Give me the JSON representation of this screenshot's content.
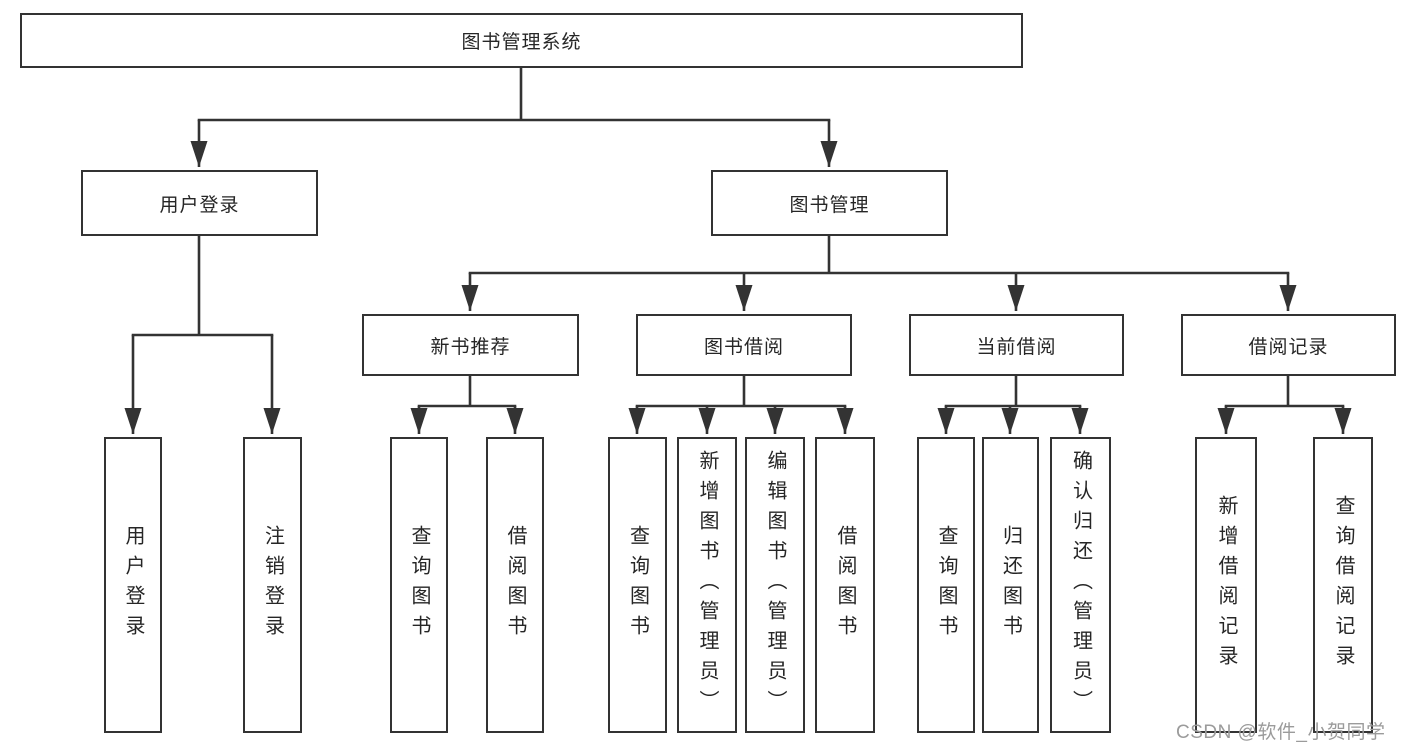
{
  "diagram": {
    "root": {
      "label": "图书管理系统"
    },
    "branches": [
      {
        "label": "用户登录",
        "children": [
          {
            "label": "用户登录"
          },
          {
            "label": "注销登录"
          }
        ]
      },
      {
        "label": "图书管理",
        "children": [
          {
            "label": "新书推荐",
            "children": [
              {
                "label": "查询图书"
              },
              {
                "label": "借阅图书"
              }
            ]
          },
          {
            "label": "图书借阅",
            "children": [
              {
                "label": "查询图书"
              },
              {
                "label": "新增图书（管理员）"
              },
              {
                "label": "编辑图书（管理员）"
              },
              {
                "label": "借阅图书"
              }
            ]
          },
          {
            "label": "当前借阅",
            "children": [
              {
                "label": "查询图书"
              },
              {
                "label": "归还图书"
              },
              {
                "label": "确认归还（管理员）"
              }
            ]
          },
          {
            "label": "借阅记录",
            "children": [
              {
                "label": "新增借阅记录"
              },
              {
                "label": "查询借阅记录"
              }
            ]
          }
        ]
      }
    ]
  },
  "watermark": {
    "text": "CSDN @软件_小贺同学"
  },
  "colors": {
    "line": "#333333",
    "box_border": "#333333",
    "box_background": "#ffffff",
    "label_text": "#262626",
    "watermark_text": "#9b9b9b",
    "page_background": "#ffffff"
  }
}
